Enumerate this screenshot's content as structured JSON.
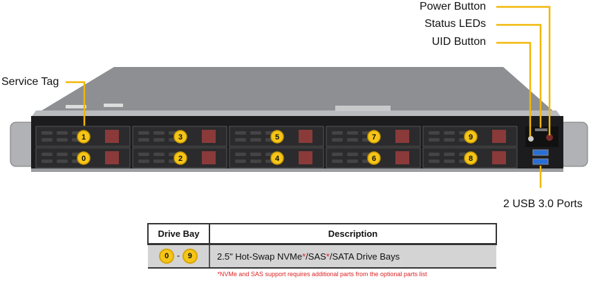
{
  "callouts": {
    "power_button": "Power Button",
    "status_leds": "Status LEDs",
    "uid_button": "UID Button",
    "service_tag": "Service Tag",
    "usb_ports": "2 USB 3.0 Ports"
  },
  "drive_bays": {
    "top_row": [
      "1",
      "3",
      "5",
      "7",
      "9"
    ],
    "bottom_row": [
      "0",
      "2",
      "4",
      "6",
      "8"
    ]
  },
  "table": {
    "headers": [
      "Drive Bay",
      "Description"
    ],
    "row": {
      "bay_start": "0",
      "bay_sep": "-",
      "bay_end": "9",
      "desc_part1": "2.5\" Hot-Swap NVMe",
      "star1": "*",
      "desc_part2": "/SAS",
      "star2": "*",
      "desc_part3": "/SATA Drive  Bays"
    }
  },
  "footnote": "*NVMe and SAS support requires additional parts from the optional parts list",
  "colors": {
    "callout_line": "#f2b705",
    "badge": "#f5c518",
    "latch": "#8b3a3a",
    "footnote": "#d22222"
  }
}
